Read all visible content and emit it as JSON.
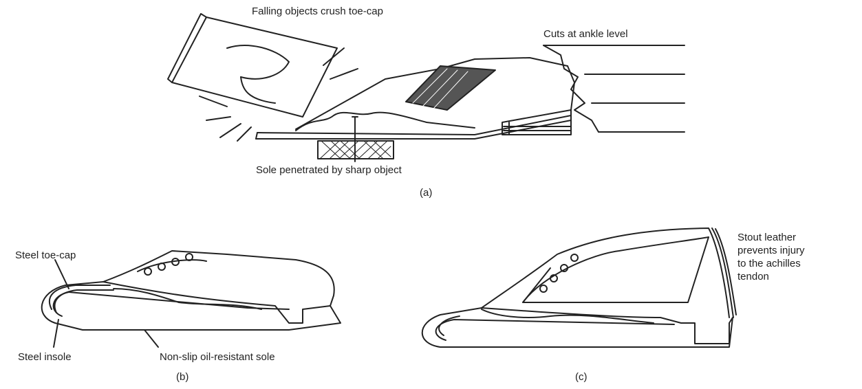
{
  "panel_a": {
    "labels": {
      "falling": "Falling objects crush toe-cap",
      "ankle": "Cuts at ankle level",
      "sole": "Sole penetrated by sharp object"
    },
    "caption": "(a)"
  },
  "panel_b": {
    "labels": {
      "toecap": "Steel toe-cap",
      "insole": "Steel insole",
      "outsole": "Non-slip oil-resistant sole"
    },
    "caption": "(b)"
  },
  "panel_c": {
    "label_lines": [
      "Stout leather",
      "prevents injury",
      "to the achilles",
      "tendon"
    ],
    "caption": "(c)"
  }
}
